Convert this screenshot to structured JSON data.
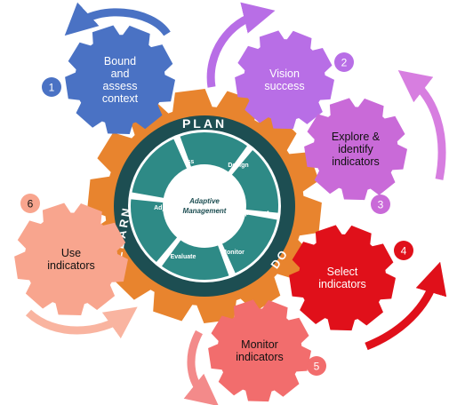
{
  "colors": {
    "step1": "#4a72c4",
    "step2": "#b86ee6",
    "step3": "#c96ad8",
    "step4": "#e0101a",
    "step5": "#f26d6d",
    "step6": "#f8a58e",
    "outer_gear": "#e8842e",
    "inner_ring": "#1d4e52",
    "segment": "#2e8a86",
    "hub": "#ffffff"
  },
  "center": {
    "ring_top": "PLAN",
    "ring_right": "DO",
    "ring_left": "LEARN",
    "hub_label": "Adaptive Management",
    "segments": [
      "Assess",
      "Design",
      "Implement",
      "Monitor",
      "Evaluate",
      "Adjust"
    ]
  },
  "steps": [
    {
      "number": "1",
      "label": "Bound and assess context",
      "lines": [
        "Bound",
        "and",
        "assess",
        "context"
      ]
    },
    {
      "number": "2",
      "label": "Vision success",
      "lines": [
        "Vision",
        "success"
      ]
    },
    {
      "number": "3",
      "label": "Explore & identify indicators",
      "lines": [
        "Explore &",
        "identify",
        "indicators"
      ]
    },
    {
      "number": "4",
      "label": "Select indicators",
      "lines": [
        "Select",
        "indicators"
      ]
    },
    {
      "number": "5",
      "label": "Monitor indicators",
      "lines": [
        "Monitor",
        "indicators"
      ]
    },
    {
      "number": "6",
      "label": "Use indicators",
      "lines": [
        "Use",
        "indicators"
      ]
    }
  ]
}
